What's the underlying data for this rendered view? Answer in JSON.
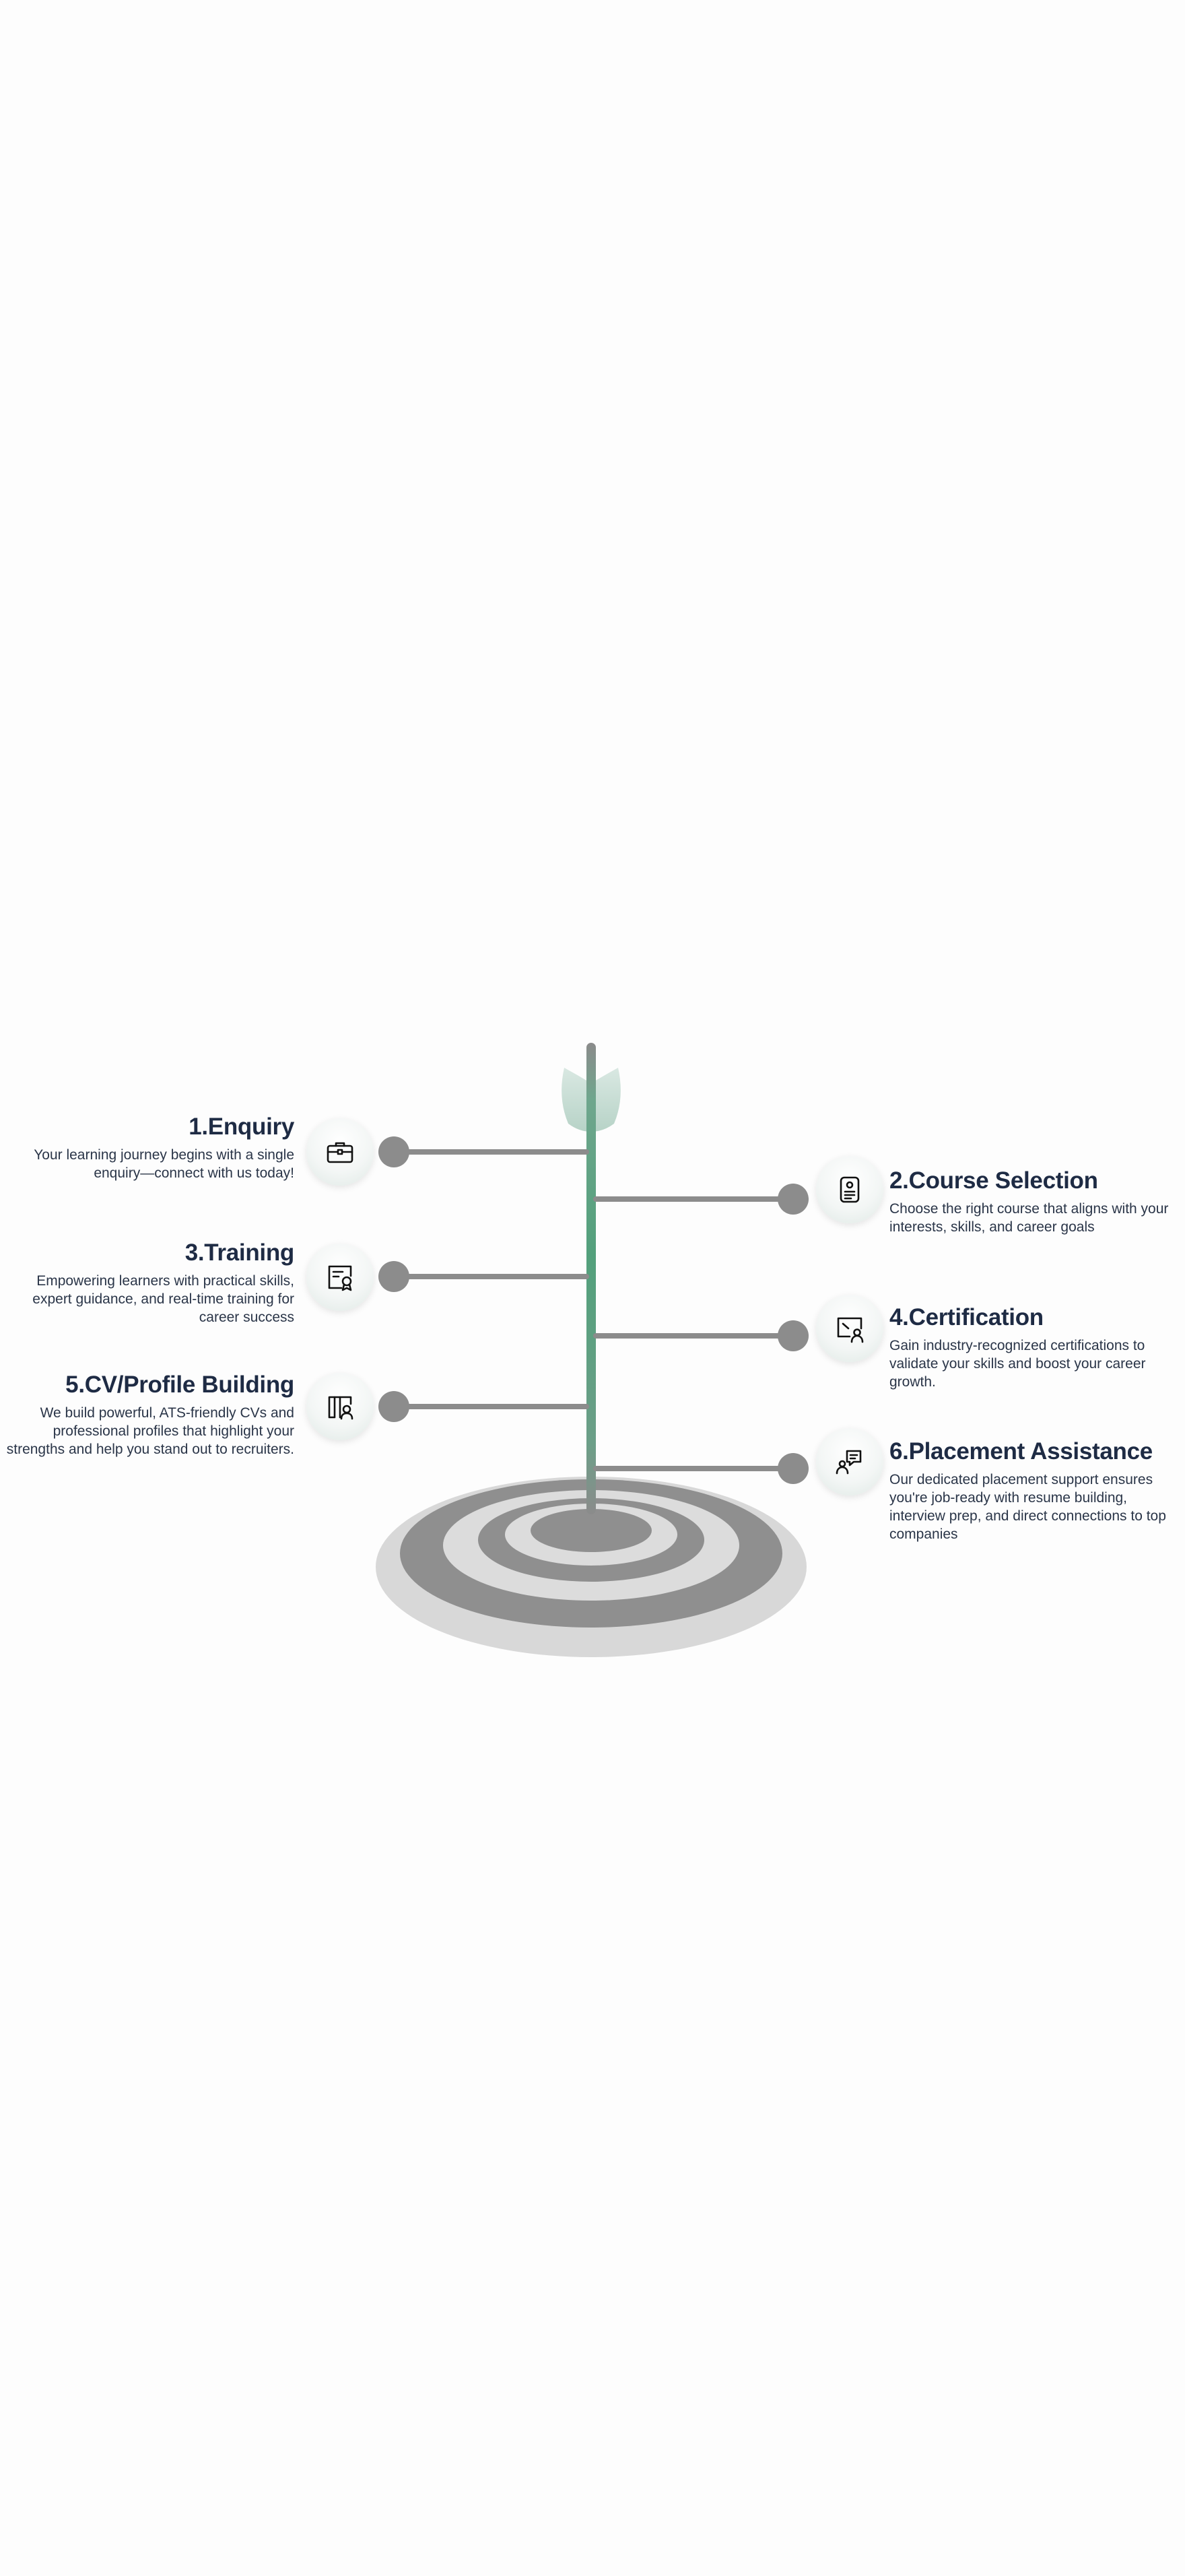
{
  "steps": [
    {
      "id": "enquiry",
      "title": "1.Enquiry",
      "description": "Your learning journey begins with a single enquiry—connect with us today!",
      "side": "left",
      "icon": "briefcase-icon"
    },
    {
      "id": "course-selection",
      "title": "2.Course Selection",
      "description": "Choose the right course that aligns with your interests, skills, and career goals",
      "side": "right",
      "icon": "id-badge-icon"
    },
    {
      "id": "training",
      "title": "3.Training",
      "description": "Empowering learners with practical skills, expert guidance, and real-time training for career success",
      "side": "left",
      "icon": "certificate-icon"
    },
    {
      "id": "certification",
      "title": "4.Certification",
      "description": "Gain industry-recognized certifications to validate your skills and boost your career growth.",
      "side": "right",
      "icon": "presentation-icon"
    },
    {
      "id": "cv-profile-building",
      "title": "5.CV/Profile Building",
      "description": "We build powerful, ATS-friendly CVs and professional profiles that highlight your strengths and help you stand out to recruiters.",
      "side": "left",
      "icon": "profile-book-icon"
    },
    {
      "id": "placement-assistance",
      "title": "6.Placement Assistance",
      "description": "Our dedicated placement support ensures you're job-ready with resume building, interview prep, and direct connections to top companies",
      "side": "right",
      "icon": "chat-support-icon"
    }
  ],
  "colors": {
    "arrow_shaft": "#5c9e82",
    "fletching": "#cfe3db",
    "connector": "#8c8c8c",
    "target_dark": "#8e8e8e",
    "target_light": "#d9d9d9",
    "title": "#1e2b44",
    "text": "#2a3548"
  }
}
